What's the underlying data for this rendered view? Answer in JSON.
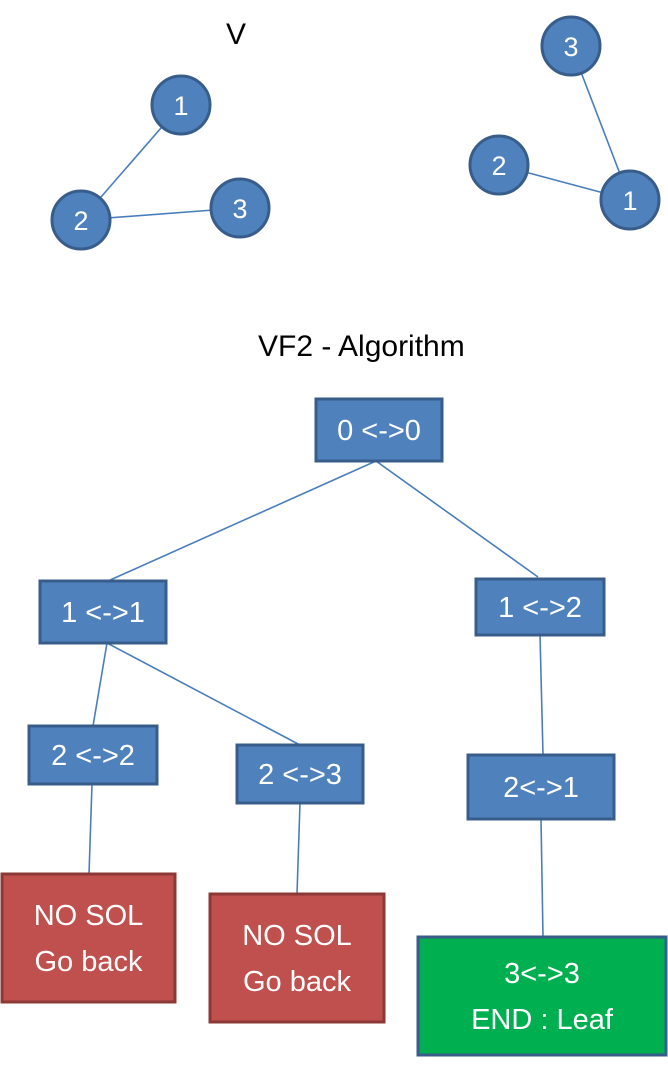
{
  "graph_left": {
    "label": "V",
    "nodes": [
      {
        "id": "1",
        "label": "1"
      },
      {
        "id": "2",
        "label": "2"
      },
      {
        "id": "3",
        "label": "3"
      }
    ],
    "edges": [
      [
        "1",
        "2"
      ],
      [
        "2",
        "3"
      ]
    ]
  },
  "graph_right": {
    "nodes": [
      {
        "id": "3",
        "label": "3"
      },
      {
        "id": "2",
        "label": "2"
      },
      {
        "id": "1",
        "label": "1"
      }
    ],
    "edges": [
      [
        "3",
        "1"
      ],
      [
        "2",
        "1"
      ]
    ]
  },
  "tree": {
    "title": "VF2 - Algorithm",
    "nodes": [
      {
        "id": "root",
        "lines": [
          "0 <->0"
        ],
        "kind": "state"
      },
      {
        "id": "a",
        "lines": [
          "1 <->1"
        ],
        "kind": "state"
      },
      {
        "id": "b",
        "lines": [
          "1 <->2"
        ],
        "kind": "state"
      },
      {
        "id": "a1",
        "lines": [
          "2 <->2"
        ],
        "kind": "state"
      },
      {
        "id": "a2",
        "lines": [
          "2 <->3"
        ],
        "kind": "state"
      },
      {
        "id": "b1",
        "lines": [
          "2<->1"
        ],
        "kind": "state"
      },
      {
        "id": "a1x",
        "lines": [
          "NO SOL",
          "Go back"
        ],
        "kind": "fail"
      },
      {
        "id": "a2x",
        "lines": [
          "NO SOL",
          "Go back"
        ],
        "kind": "fail"
      },
      {
        "id": "b1x",
        "lines": [
          "3<->3",
          "END : Leaf"
        ],
        "kind": "success"
      }
    ],
    "edges": [
      [
        "root",
        "a"
      ],
      [
        "root",
        "b"
      ],
      [
        "a",
        "a1"
      ],
      [
        "a",
        "a2"
      ],
      [
        "b",
        "b1"
      ],
      [
        "a1",
        "a1x"
      ],
      [
        "a2",
        "a2x"
      ],
      [
        "b1",
        "b1x"
      ]
    ]
  },
  "colors": {
    "node_fill": "#4f81bd",
    "node_stroke": "#385d8a",
    "fail_fill": "#c0504d",
    "fail_stroke": "#8c3836",
    "success_fill": "#00b050",
    "success_stroke": "#385d8a",
    "edge": "#4a7ebb",
    "node_text": "#ffffff"
  }
}
